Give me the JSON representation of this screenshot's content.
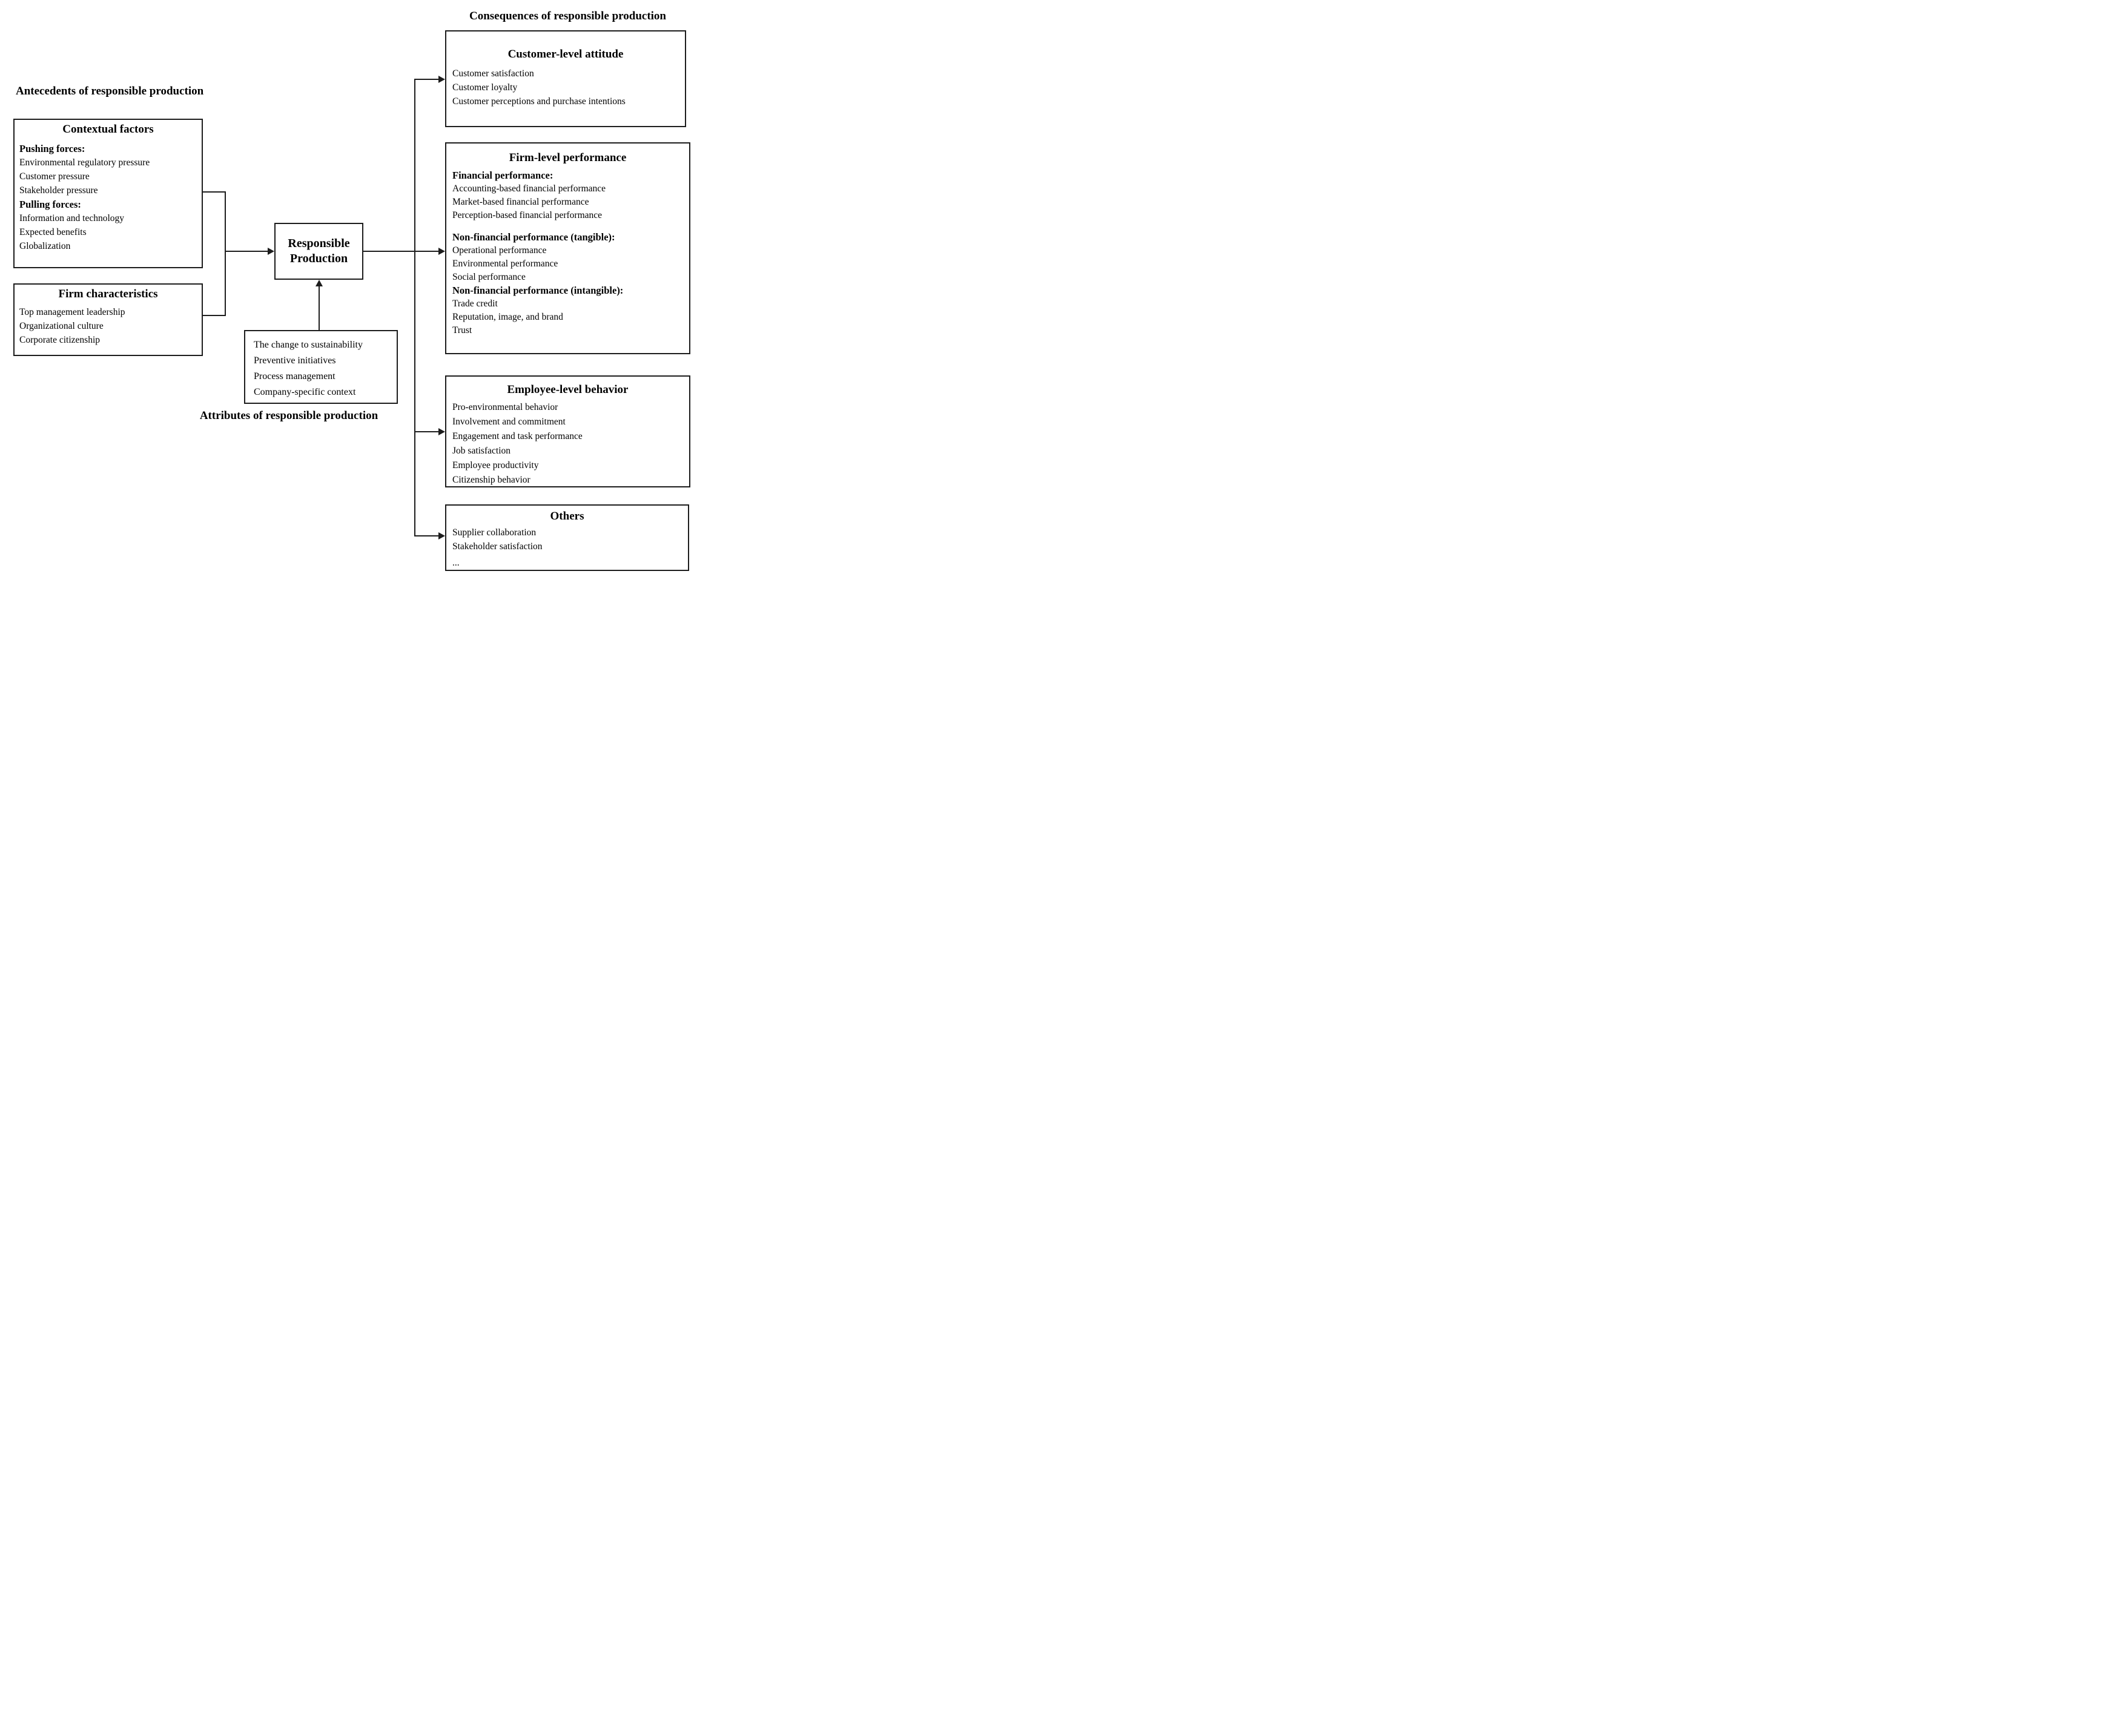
{
  "headings": {
    "antecedents": "Antecedents of responsible production",
    "consequences": "Consequences of responsible production",
    "attributes_label": "Attributes of responsible production"
  },
  "boxes": {
    "contextual": {
      "title": "Contextual factors",
      "pushing_label": "Pushing forces:",
      "pushing_items": [
        "Environmental regulatory pressure",
        "Customer pressure",
        "Stakeholder pressure"
      ],
      "pulling_label": "Pulling forces:",
      "pulling_items": [
        "Information and technology",
        "Expected benefits",
        "Globalization"
      ]
    },
    "firm_characteristics": {
      "title": "Firm characteristics",
      "items": [
        "Top management leadership",
        "Organizational culture",
        "Corporate citizenship"
      ]
    },
    "responsible_production": {
      "title": "Responsible Production"
    },
    "attributes": {
      "items": [
        "The change to sustainability",
        "Preventive initiatives",
        "Process management",
        "Company-specific context"
      ]
    },
    "customer": {
      "title": "Customer-level attitude",
      "items": [
        "Customer satisfaction",
        "Customer loyalty",
        "Customer perceptions and purchase intentions"
      ]
    },
    "firm_performance": {
      "title": "Firm-level performance",
      "sections": [
        {
          "label": "Financial performance:",
          "items": [
            "Accounting-based financial performance",
            "Market-based financial performance",
            "Perception-based financial performance"
          ]
        },
        {
          "label": "Non-financial performance (tangible):",
          "items": [
            "Operational performance",
            "Environmental performance",
            "Social performance"
          ]
        },
        {
          "label": "Non-financial performance (intangible):",
          "items": [
            "Trade credit",
            "Reputation, image, and brand",
            "Trust"
          ]
        }
      ]
    },
    "employee": {
      "title": "Employee-level behavior",
      "items": [
        "Pro-environmental behavior",
        "Involvement and commitment",
        "Engagement and task performance",
        "Job satisfaction",
        "Employee productivity",
        "Citizenship behavior"
      ]
    },
    "others": {
      "title": "Others",
      "items": [
        "Supplier collaboration",
        "Stakeholder satisfaction"
      ],
      "ellipsis": "..."
    }
  },
  "colors": {
    "line": "#1d1d1d",
    "text": "#000000",
    "background": "#ffffff"
  }
}
